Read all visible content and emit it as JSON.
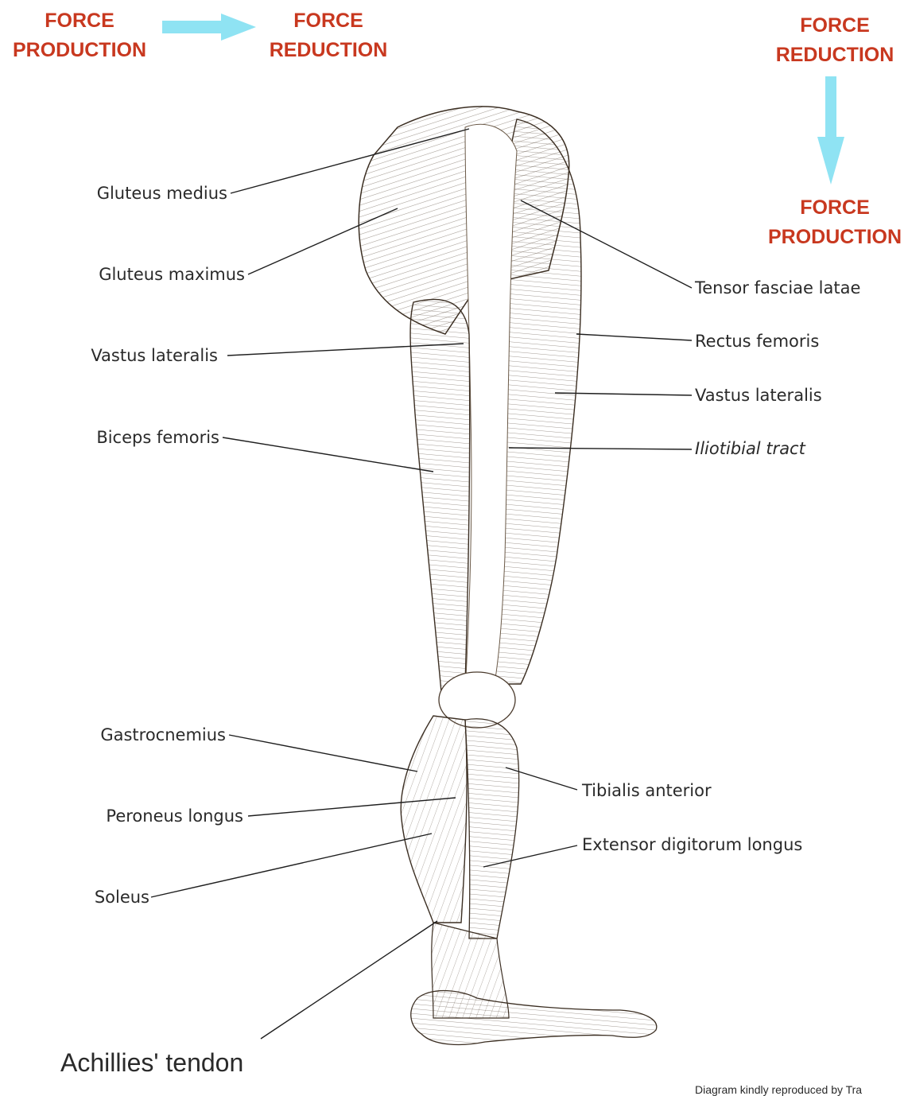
{
  "top_left": {
    "from": {
      "line1": "FORCE",
      "line2": "PRODUCTION"
    },
    "to": {
      "line1": "FORCE",
      "line2": "REDUCTION"
    }
  },
  "top_right": {
    "from": {
      "line1": "FORCE",
      "line2": "REDUCTION"
    },
    "to": {
      "line1": "FORCE",
      "line2": "PRODUCTION"
    }
  },
  "colors": {
    "heading": "#c8381f",
    "arrow": "#8fe3f3",
    "ink": "#2a2a2a"
  },
  "left_labels": {
    "gluteus_medius": "Gluteus medius",
    "gluteus_maximus": "Gluteus maximus",
    "vastus_lateralis": "Vastus lateralis",
    "biceps_femoris": "Biceps femoris",
    "gastrocnemius": "Gastrocnemius",
    "peroneus_longus": "Peroneus longus",
    "soleus": "Soleus",
    "achilles": "Achillies' tendon"
  },
  "right_labels": {
    "tensor_fasciae_latae": "Tensor fasciae latae",
    "rectus_femoris": "Rectus femoris",
    "vastus_lateralis": "Vastus lateralis",
    "iliotibial_tract": "Iliotibial tract",
    "tibialis_anterior": "Tibialis anterior",
    "extensor_digitorum_longus": "Extensor digitorum longus"
  },
  "credit": "Diagram kindly reproduced by Tra"
}
